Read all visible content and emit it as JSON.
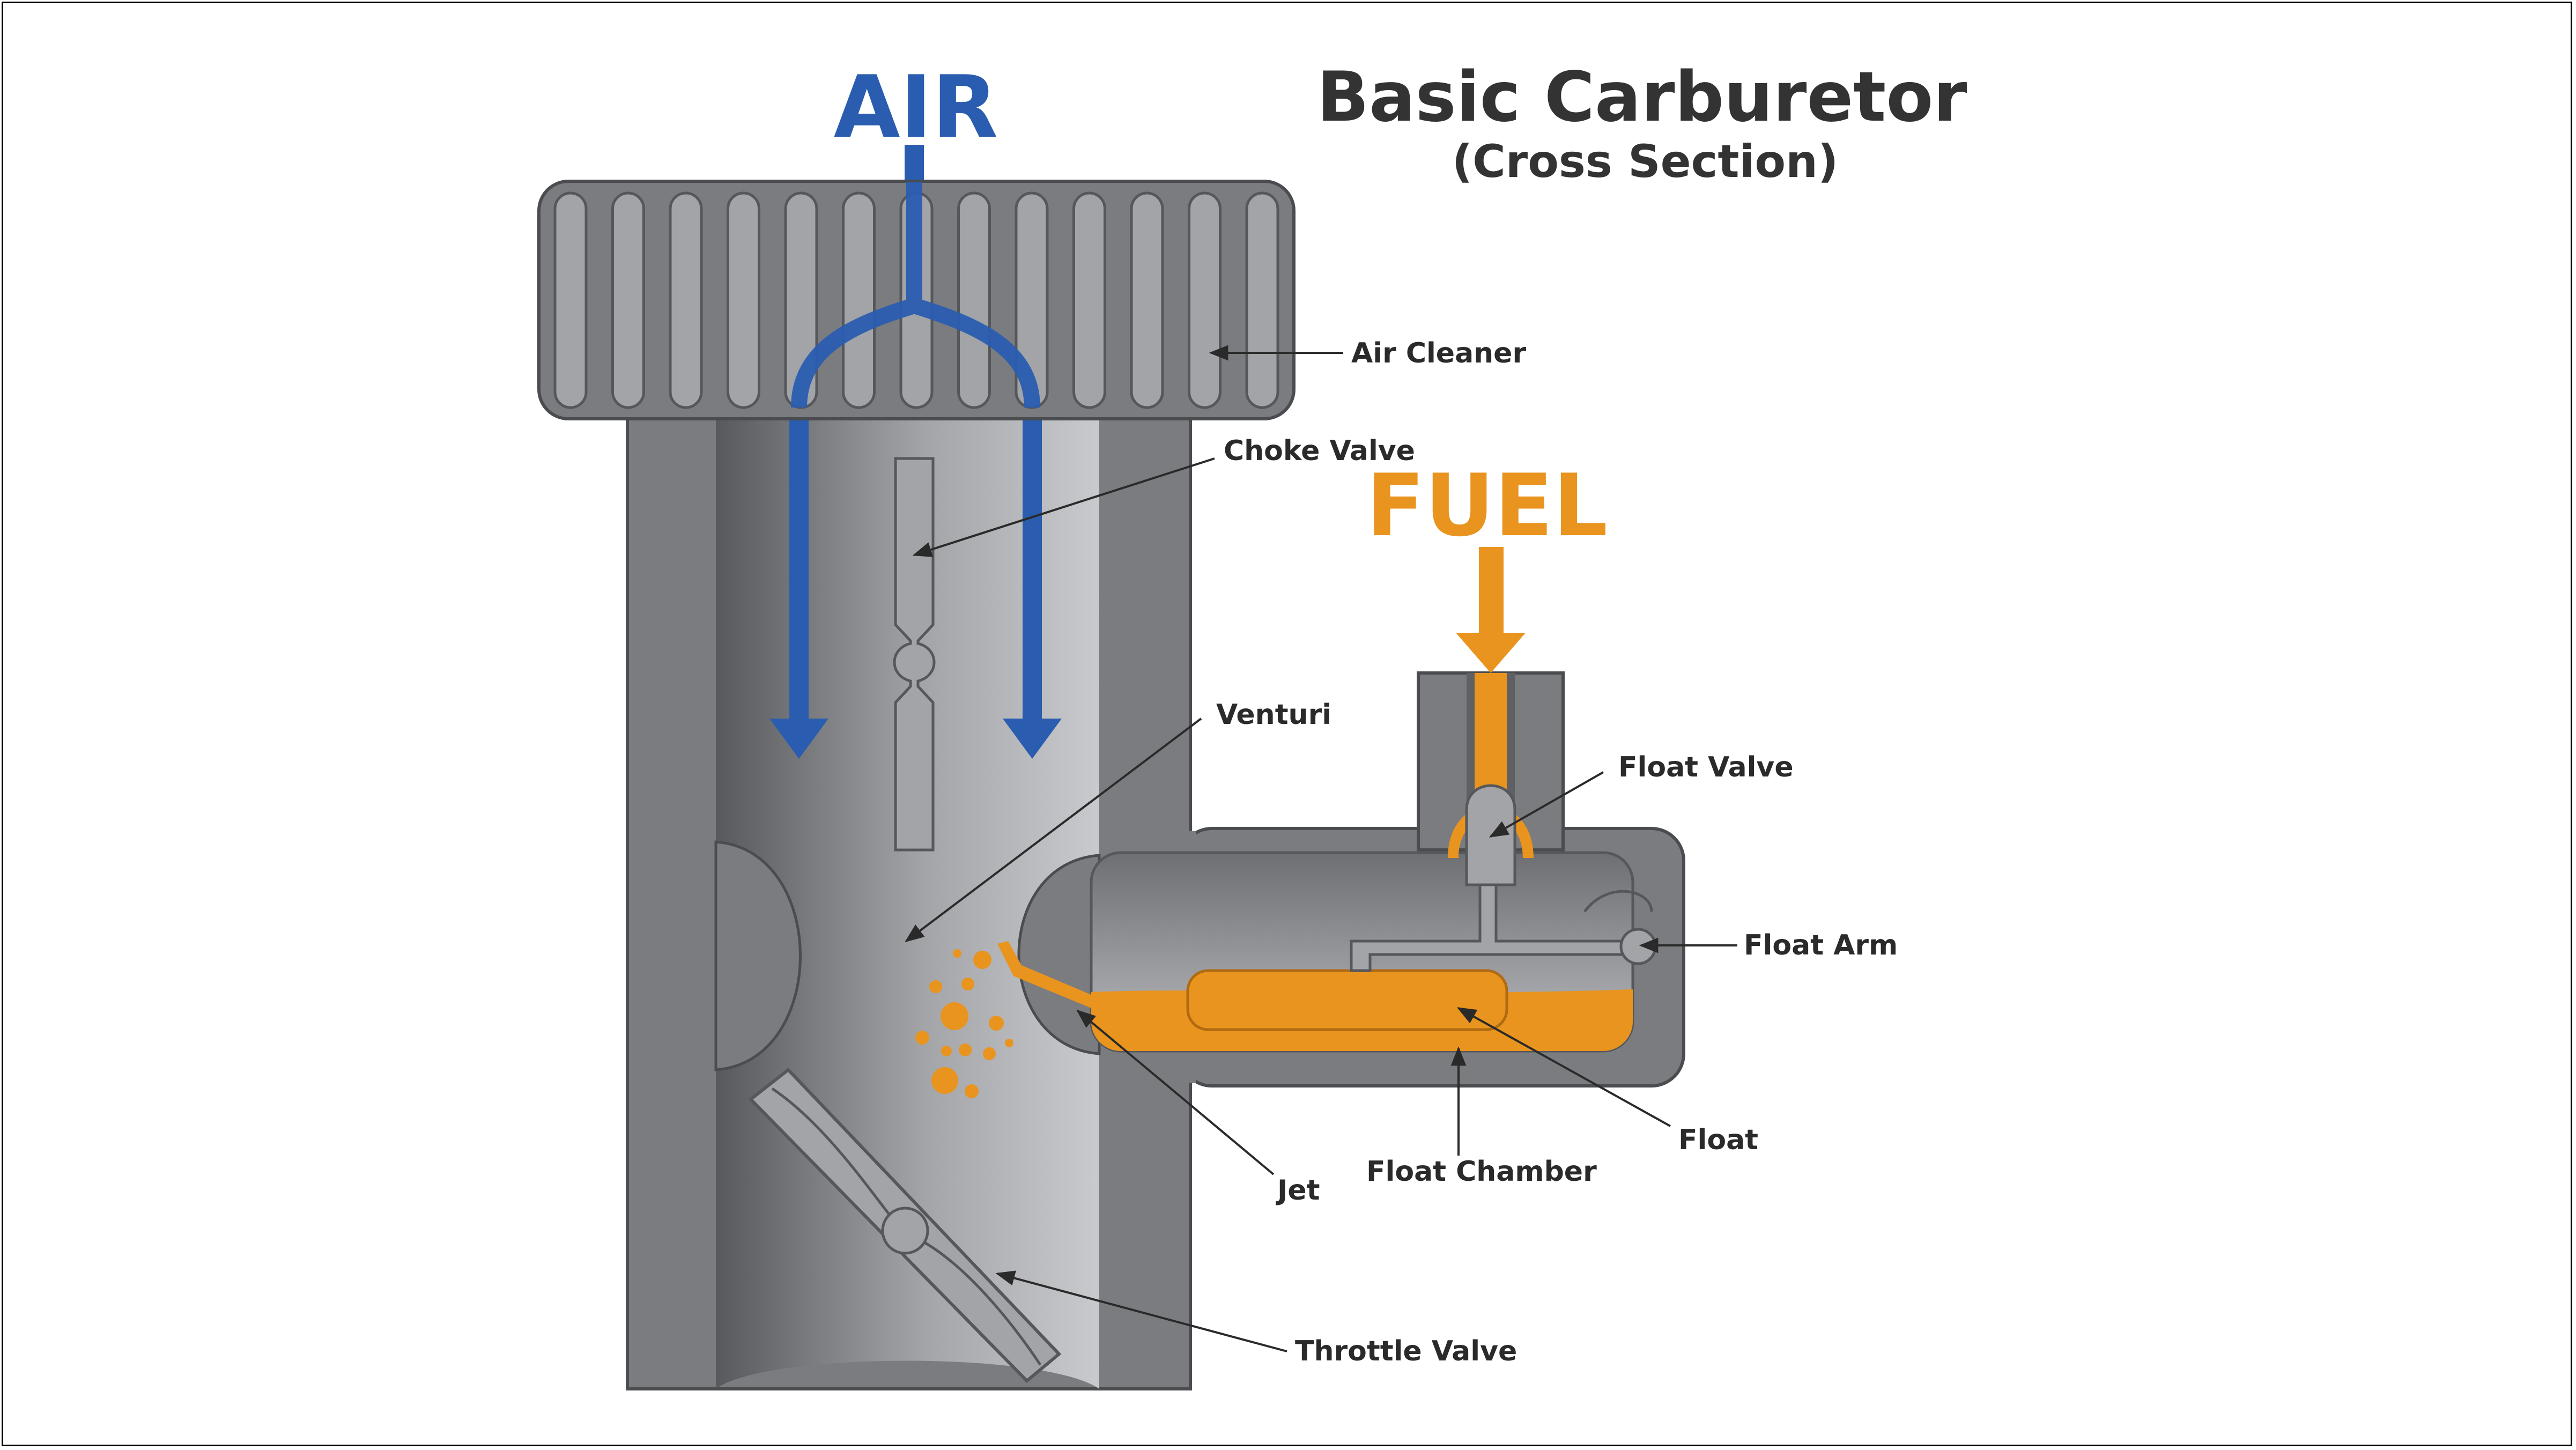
{
  "title": "Basic Carburetor",
  "subtitle": "(Cross Section)",
  "flows": {
    "air": "AIR",
    "fuel": "FUEL"
  },
  "labels": {
    "air_cleaner": "Air Cleaner",
    "choke_valve": "Choke Valve",
    "venturi": "Venturi",
    "float_valve": "Float Valve",
    "float_arm": "Float Arm",
    "float": "Float",
    "float_chamber": "Float Chamber",
    "jet": "Jet",
    "throttle_valve": "Throttle Valve"
  },
  "colors": {
    "air": "#2a5db0",
    "fuel": "#e8941e",
    "metal": "#7a7c7f",
    "metal_dark": "#4a4c4f",
    "metal_light": "#a9abb0",
    "bore_dark": "#5c5e62",
    "bore_light": "#c8c9cc",
    "text": "#333333"
  }
}
